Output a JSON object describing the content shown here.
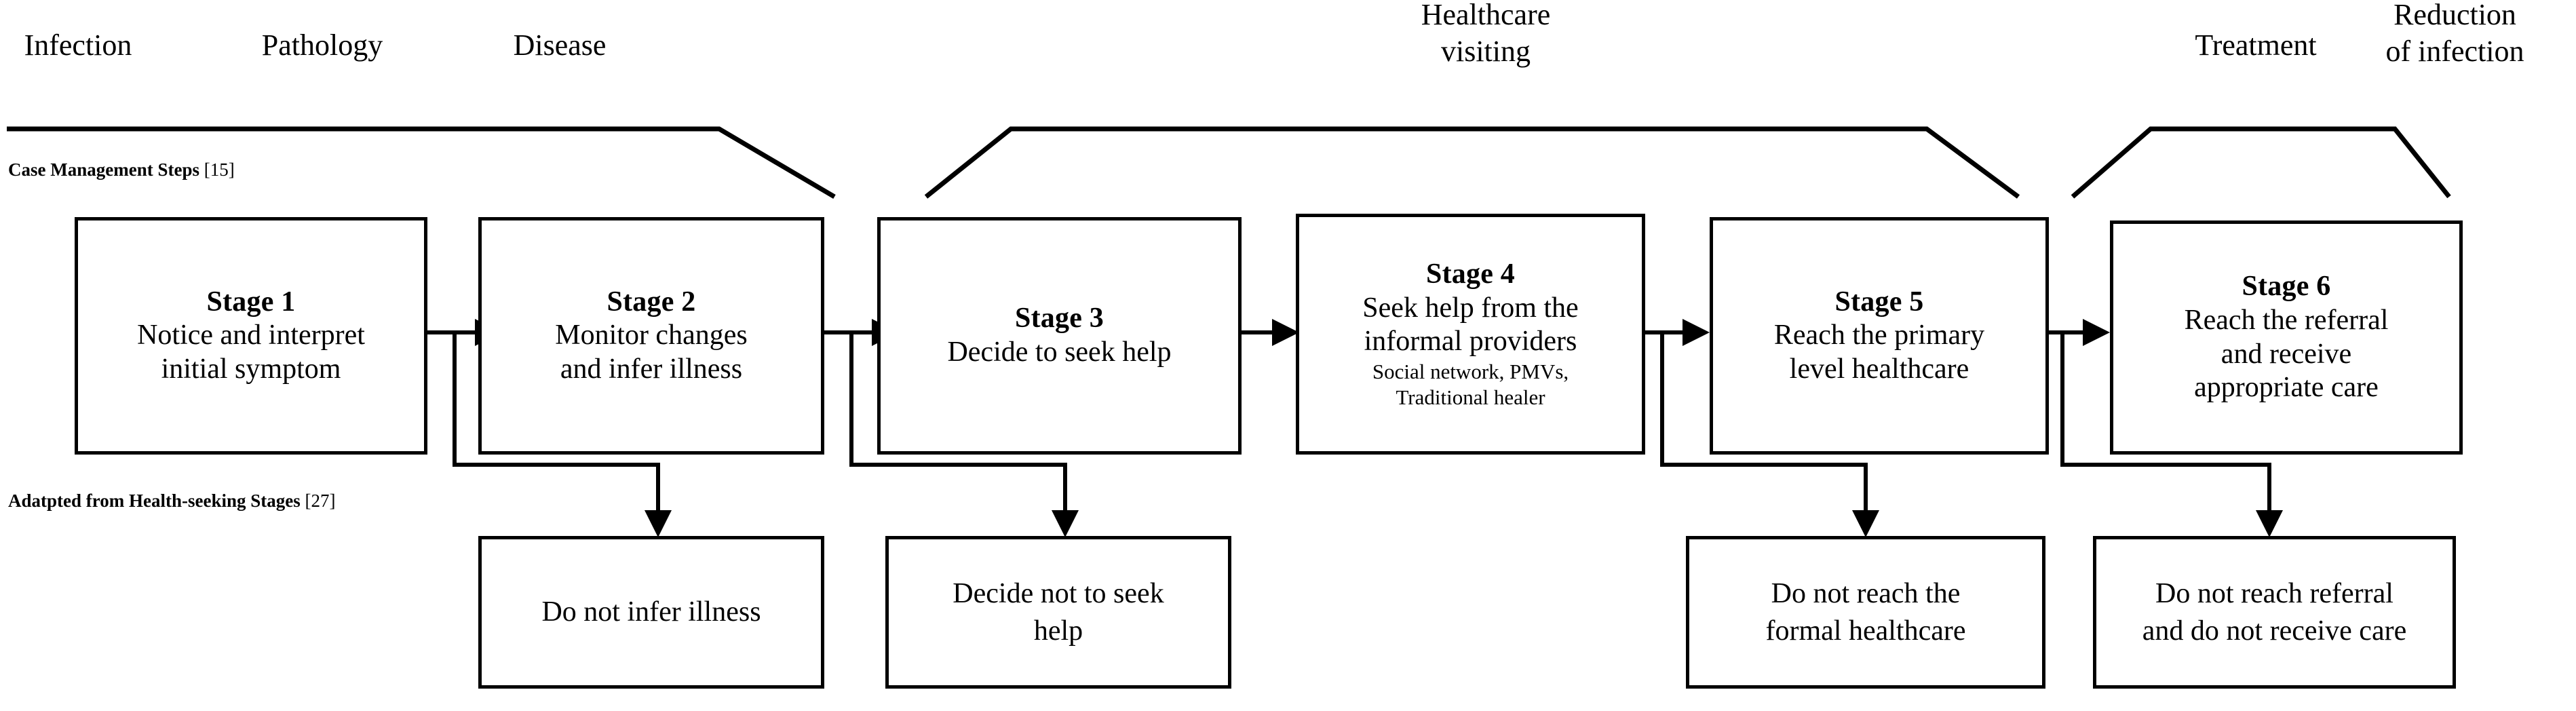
{
  "diagram": {
    "title_tracks": [
      {
        "id": "infection",
        "label": "Infection"
      },
      {
        "id": "pathology",
        "label": "Pathology"
      },
      {
        "id": "disease",
        "label": "Disease"
      },
      {
        "id": "healthcare-visiting",
        "label": "Healthcare\nvisiting"
      },
      {
        "id": "treatment",
        "label": "Treatment"
      },
      {
        "id": "reduction-of-infection",
        "label": "Reduction\nof infection"
      }
    ],
    "row_labels": [
      {
        "id": "case-management-steps",
        "bold_text": "Case Management Steps",
        "reference": "[15]"
      },
      {
        "id": "health-seeking-stages",
        "bold_text": "Adatpted from Health-seeking Stages",
        "reference": "[27]"
      }
    ],
    "stages": [
      {
        "id": "stage-1",
        "title": "Stage 1",
        "body": "Notice and interpret\ninitial symptom",
        "sub": ""
      },
      {
        "id": "stage-2",
        "title": "Stage 2",
        "body": "Monitor changes\nand infer illness",
        "sub": ""
      },
      {
        "id": "stage-3",
        "title": "Stage 3",
        "body": "Decide to seek help",
        "sub": ""
      },
      {
        "id": "stage-4",
        "title": "Stage 4",
        "body": "Seek help from the\ninformal providers",
        "sub": "Social network, PMVs,\nTraditional healer"
      },
      {
        "id": "stage-5",
        "title": "Stage 5",
        "body": "Reach the primary\nlevel healthcare",
        "sub": ""
      },
      {
        "id": "stage-6",
        "title": "Stage 6",
        "body": "Reach the referral\nand receive\nappropriate care",
        "sub": ""
      }
    ],
    "outcomes": [
      {
        "id": "outcome-do-not-infer-illness",
        "label": "Do not infer illness"
      },
      {
        "id": "outcome-decide-not-to-seek-help",
        "label": "Decide not to seek\nhelp"
      },
      {
        "id": "outcome-do-not-reach-formal-healthcare",
        "label": "Do not reach the\nformal healthcare"
      },
      {
        "id": "outcome-do-not-reach-referral",
        "label": "Do not reach referral\nand do not receive care"
      }
    ],
    "colors": {
      "stroke": "#000000",
      "background": "#ffffff",
      "text": "#000000"
    }
  }
}
